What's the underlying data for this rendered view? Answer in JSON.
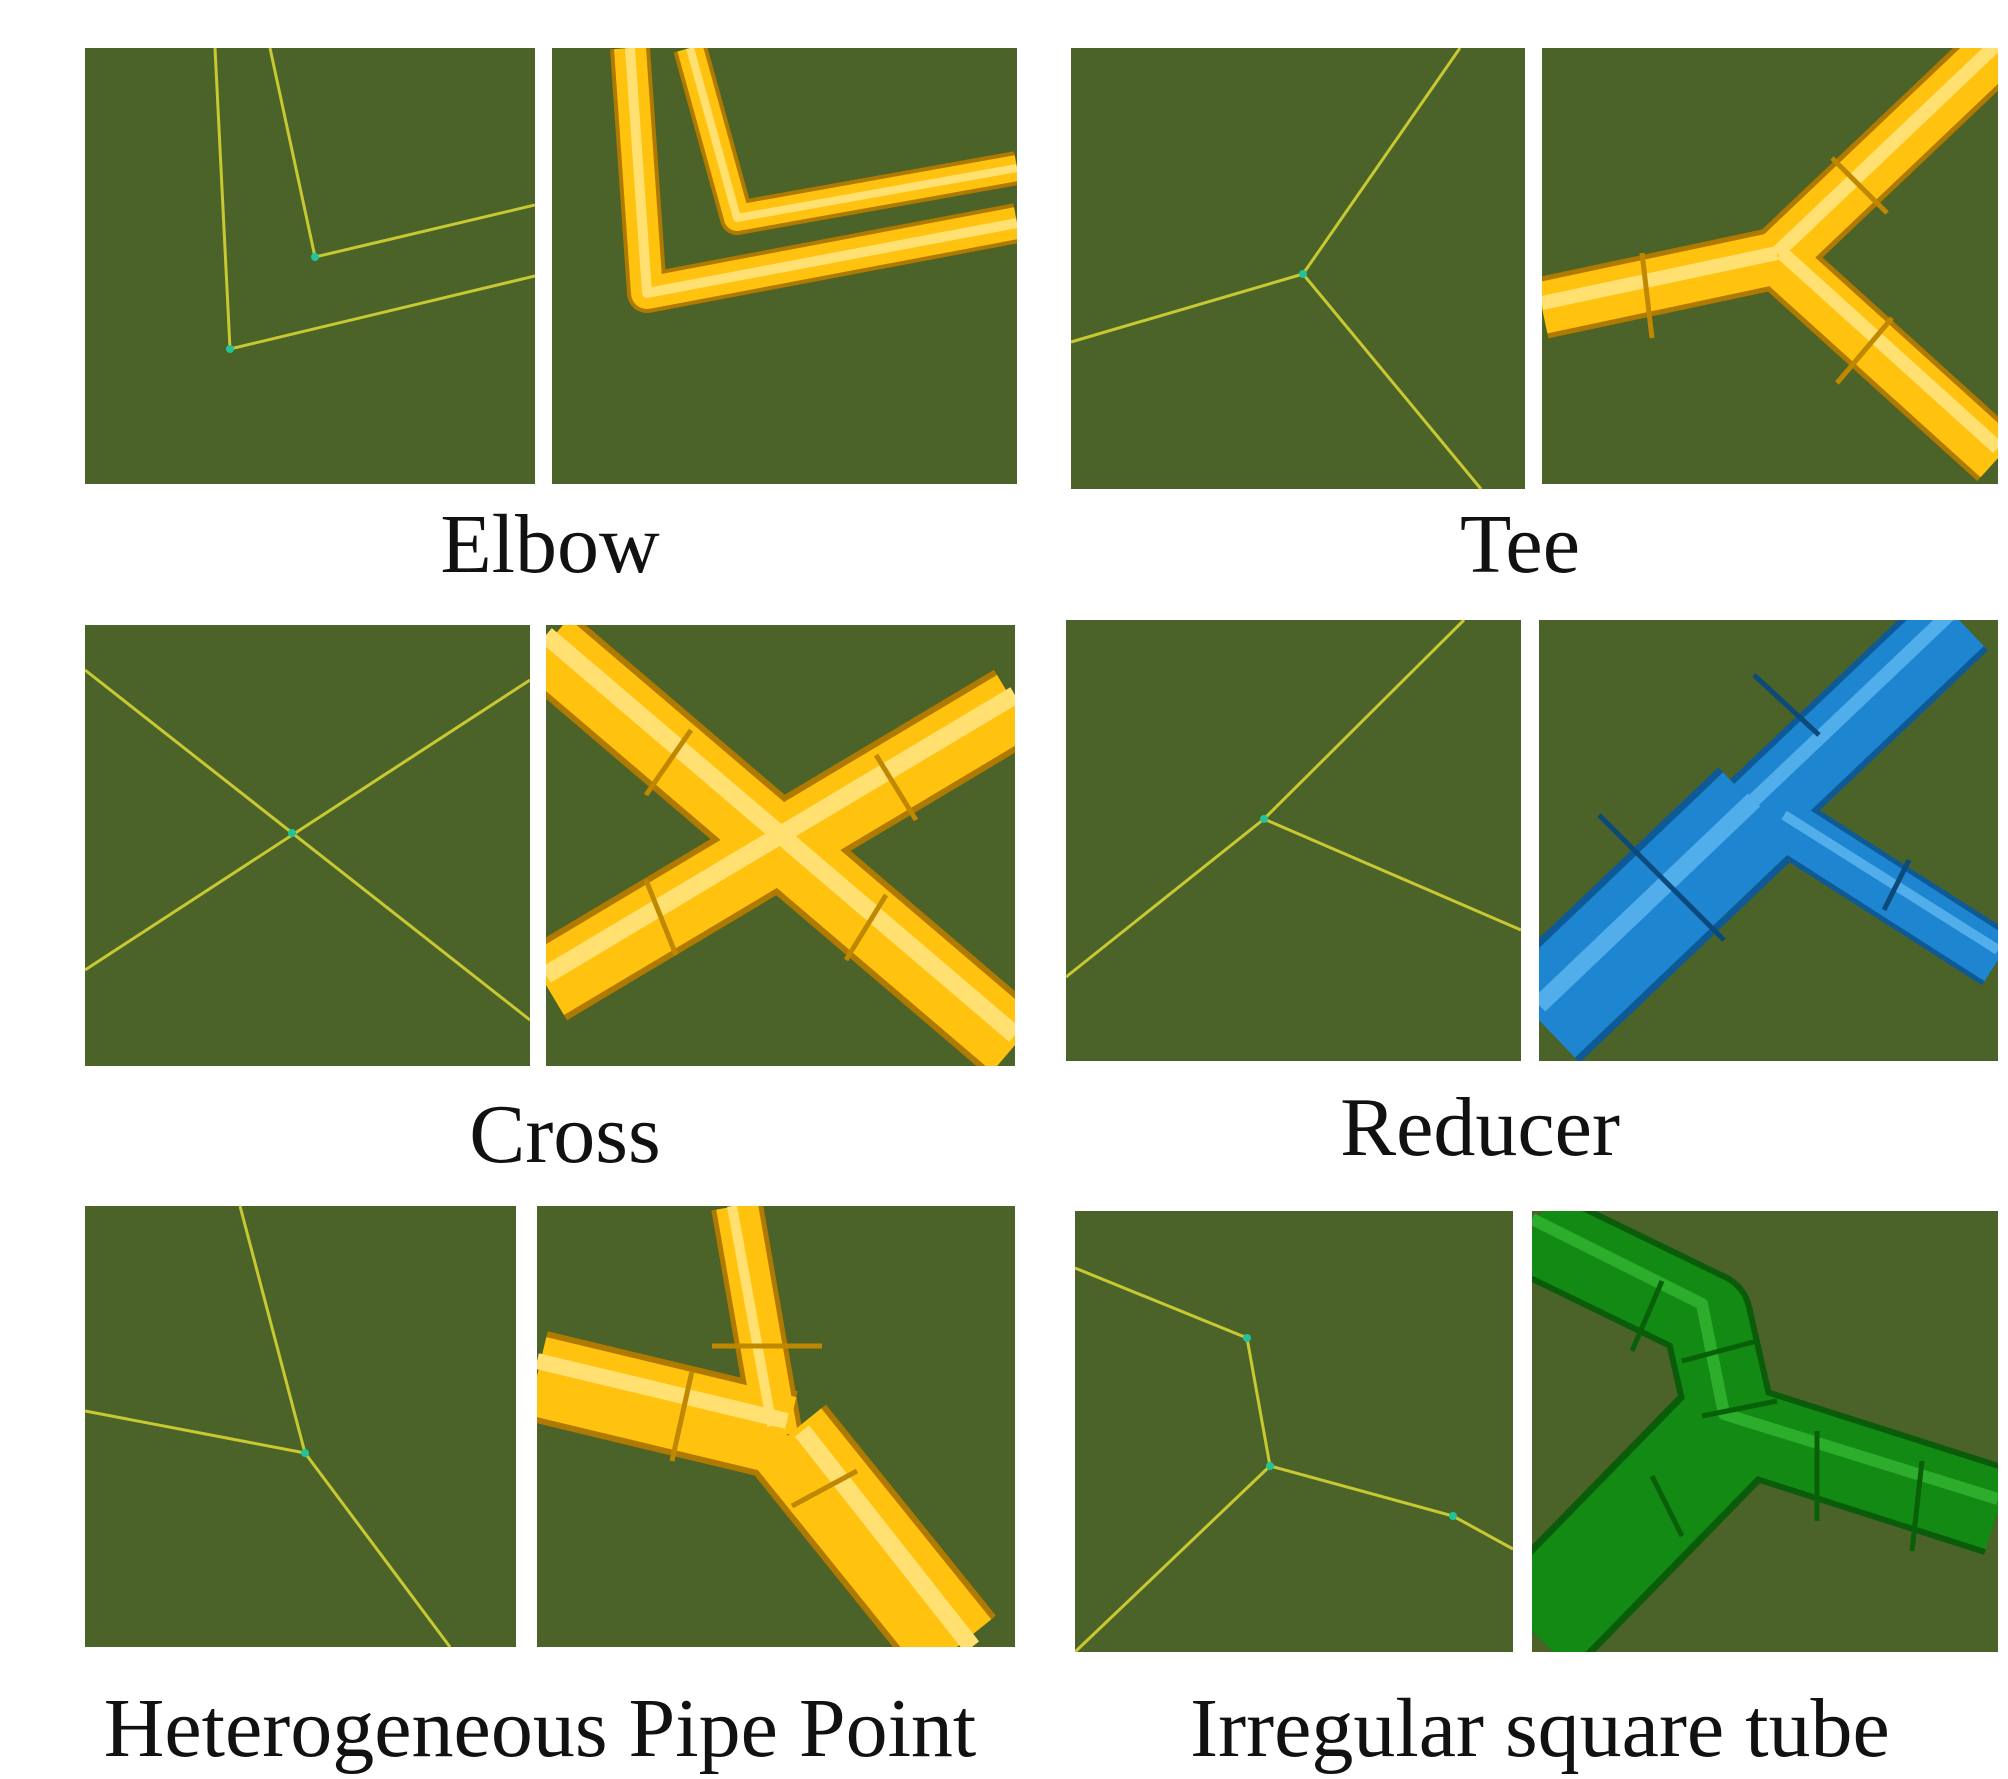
{
  "figure": {
    "groups": [
      {
        "id": "elbow",
        "label": "Elbow"
      },
      {
        "id": "tee",
        "label": "Tee"
      },
      {
        "id": "cross",
        "label": "Cross"
      },
      {
        "id": "reducer",
        "label": "Reducer"
      },
      {
        "id": "heterogeneous",
        "label": "Heterogeneous Pipe Point"
      },
      {
        "id": "irregular",
        "label": "Irregular square tube"
      }
    ],
    "colors": {
      "background": "#4b6328",
      "centerline": "#c8c832",
      "node": "#22c39a",
      "pipe_yellow": "#ffc20e",
      "pipe_blue": "#1e86d0",
      "pipe_green": "#138a13"
    }
  }
}
